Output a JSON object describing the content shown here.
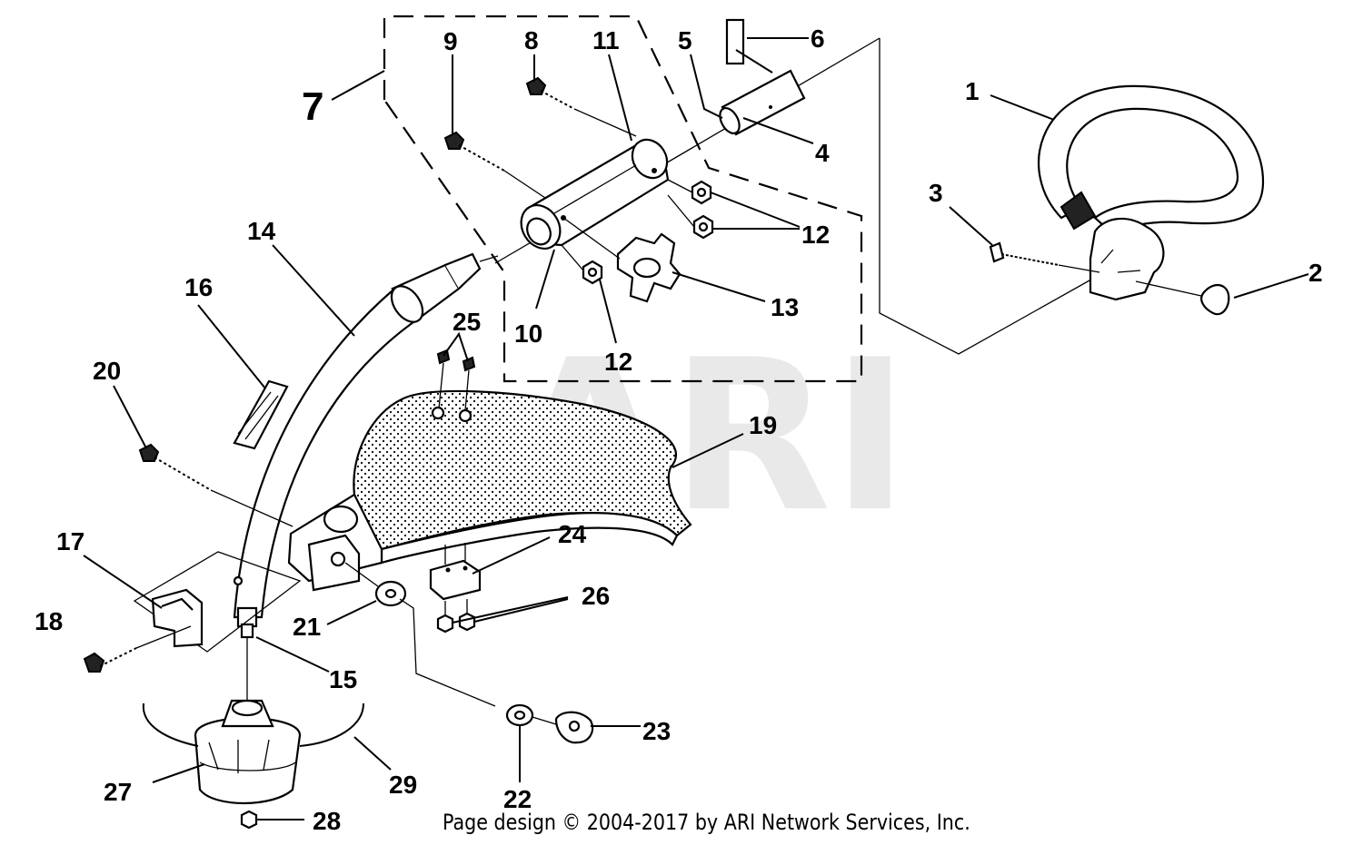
{
  "watermark": "ARI",
  "footer": "Page design © 2004-2017 by ARI Network Services, Inc.",
  "callouts": [
    {
      "id": "1",
      "label": "1"
    },
    {
      "id": "2",
      "label": "2"
    },
    {
      "id": "3",
      "label": "3"
    },
    {
      "id": "4",
      "label": "4"
    },
    {
      "id": "5",
      "label": "5"
    },
    {
      "id": "6",
      "label": "6"
    },
    {
      "id": "7",
      "label": "7"
    },
    {
      "id": "8",
      "label": "8"
    },
    {
      "id": "9",
      "label": "9"
    },
    {
      "id": "10",
      "label": "10"
    },
    {
      "id": "11",
      "label": "11"
    },
    {
      "id": "12a",
      "label": "12"
    },
    {
      "id": "12b",
      "label": "12"
    },
    {
      "id": "13",
      "label": "13"
    },
    {
      "id": "14",
      "label": "14"
    },
    {
      "id": "15",
      "label": "15"
    },
    {
      "id": "16",
      "label": "16"
    },
    {
      "id": "17",
      "label": "17"
    },
    {
      "id": "18",
      "label": "18"
    },
    {
      "id": "19",
      "label": "19"
    },
    {
      "id": "20",
      "label": "20"
    },
    {
      "id": "21",
      "label": "21"
    },
    {
      "id": "22",
      "label": "22"
    },
    {
      "id": "23",
      "label": "23"
    },
    {
      "id": "24",
      "label": "24"
    },
    {
      "id": "25",
      "label": "25"
    },
    {
      "id": "26",
      "label": "26"
    },
    {
      "id": "27",
      "label": "27"
    },
    {
      "id": "28",
      "label": "28"
    },
    {
      "id": "29",
      "label": "29"
    }
  ]
}
